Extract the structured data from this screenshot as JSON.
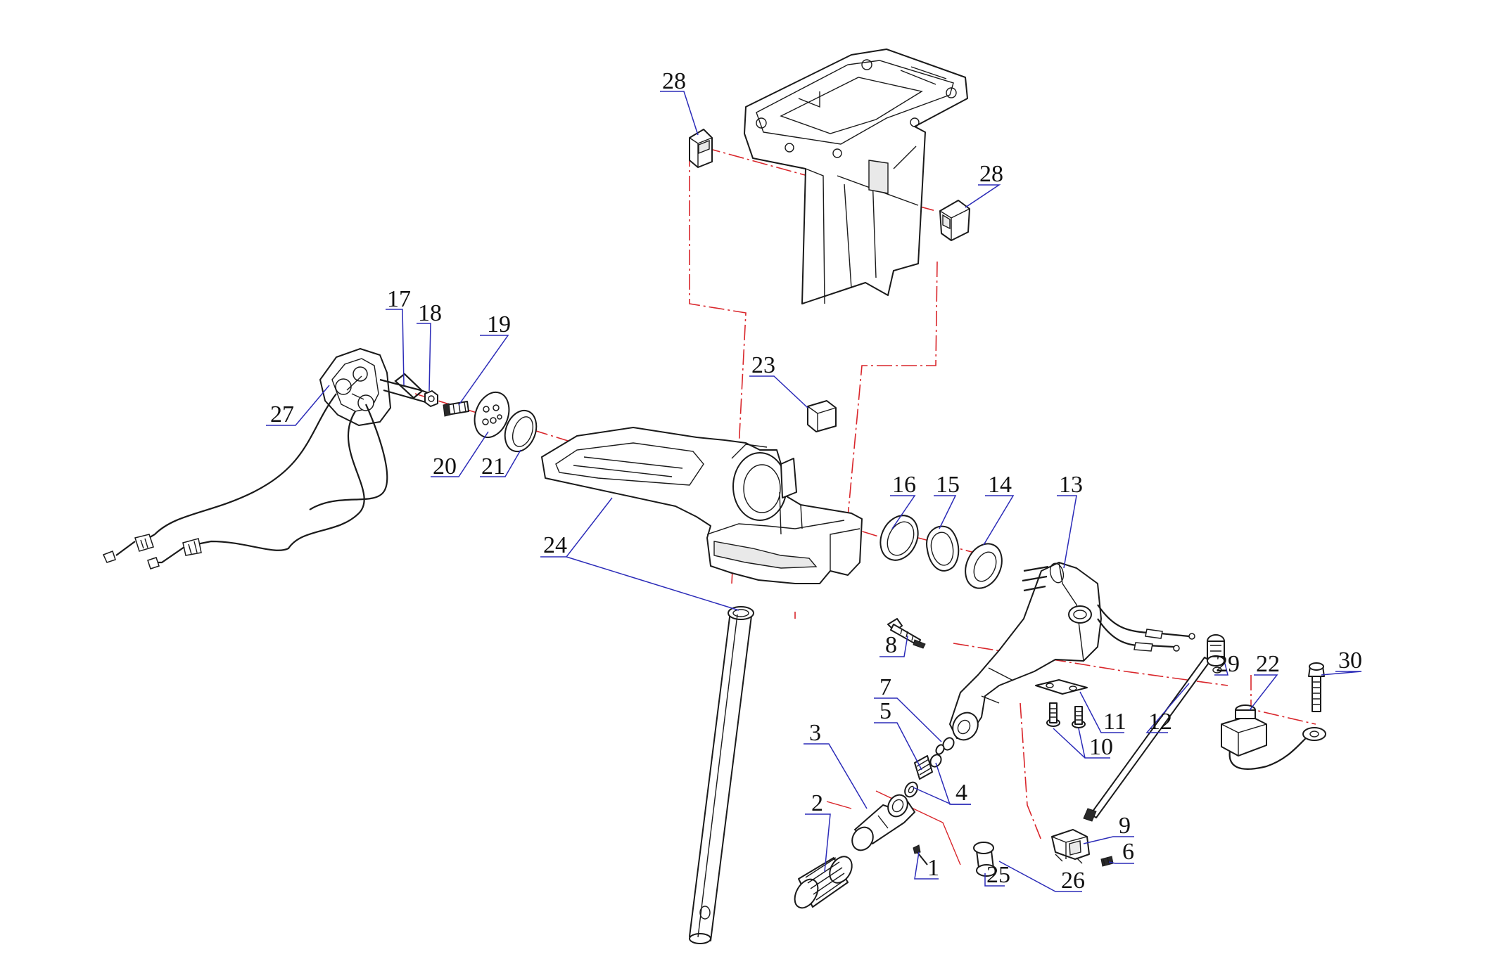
{
  "diagram": {
    "callouts": [
      {
        "id": "c1",
        "label": "1"
      },
      {
        "id": "c2",
        "label": "2"
      },
      {
        "id": "c3",
        "label": "3"
      },
      {
        "id": "c4",
        "label": "4"
      },
      {
        "id": "c5",
        "label": "5"
      },
      {
        "id": "c6",
        "label": "6"
      },
      {
        "id": "c7",
        "label": "7"
      },
      {
        "id": "c8",
        "label": "8"
      },
      {
        "id": "c9",
        "label": "9"
      },
      {
        "id": "c10",
        "label": "10"
      },
      {
        "id": "c11",
        "label": "11"
      },
      {
        "id": "c12",
        "label": "12"
      },
      {
        "id": "c13",
        "label": "13"
      },
      {
        "id": "c14",
        "label": "14"
      },
      {
        "id": "c15",
        "label": "15"
      },
      {
        "id": "c16",
        "label": "16"
      },
      {
        "id": "c17",
        "label": "17"
      },
      {
        "id": "c18",
        "label": "18"
      },
      {
        "id": "c19",
        "label": "19"
      },
      {
        "id": "c20",
        "label": "20"
      },
      {
        "id": "c21",
        "label": "21"
      },
      {
        "id": "c22",
        "label": "22"
      },
      {
        "id": "c23",
        "label": "23"
      },
      {
        "id": "c24",
        "label": "24"
      },
      {
        "id": "c25",
        "label": "25"
      },
      {
        "id": "c26",
        "label": "26"
      },
      {
        "id": "c27",
        "label": "27"
      },
      {
        "id": "c28a",
        "label": "28"
      },
      {
        "id": "c28b",
        "label": "28"
      },
      {
        "id": "c29",
        "label": "29"
      },
      {
        "id": "c30",
        "label": "30"
      }
    ],
    "colors": {
      "line_art": "#1a1a1a",
      "center_lines": "#d9262b",
      "leader_lines": "#2b2bb8",
      "background": "#ffffff"
    }
  }
}
